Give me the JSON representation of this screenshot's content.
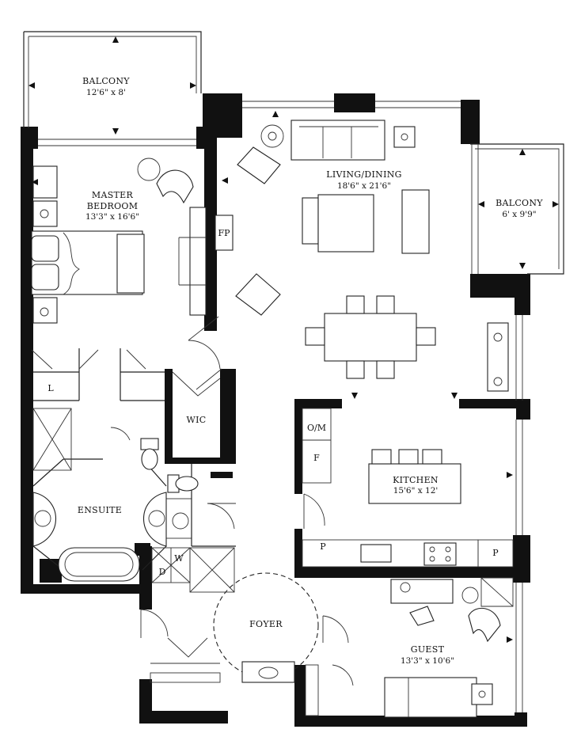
{
  "rooms": {
    "balcony_master": {
      "name": "BALCONY",
      "dims": "12'6\" x 8'"
    },
    "master_bedroom": {
      "name_line1": "MASTER",
      "name_line2": "BEDROOM",
      "dims": "13'3\" x 16'6\""
    },
    "living_dining": {
      "name": "LIVING/DINING",
      "dims": "18'6\" x 21'6\""
    },
    "balcony_living": {
      "name": "BALCONY",
      "dims": "6' x 9'9\""
    },
    "kitchen": {
      "name": "KITCHEN",
      "dims": "15'6\" x 12'"
    },
    "guest": {
      "name": "GUEST",
      "dims": "13'3\" x 10'6\""
    },
    "ensuite": {
      "name": "ENSUITE"
    },
    "foyer": {
      "name": "FOYER"
    },
    "wic": {
      "name": "WIC"
    }
  },
  "fixtures": {
    "fireplace": "FP",
    "linen": "L",
    "oven_microwave": "O/M",
    "fridge": "F",
    "pantry_left": "P",
    "pantry_right": "P",
    "dryer": "D",
    "washer": "W"
  }
}
